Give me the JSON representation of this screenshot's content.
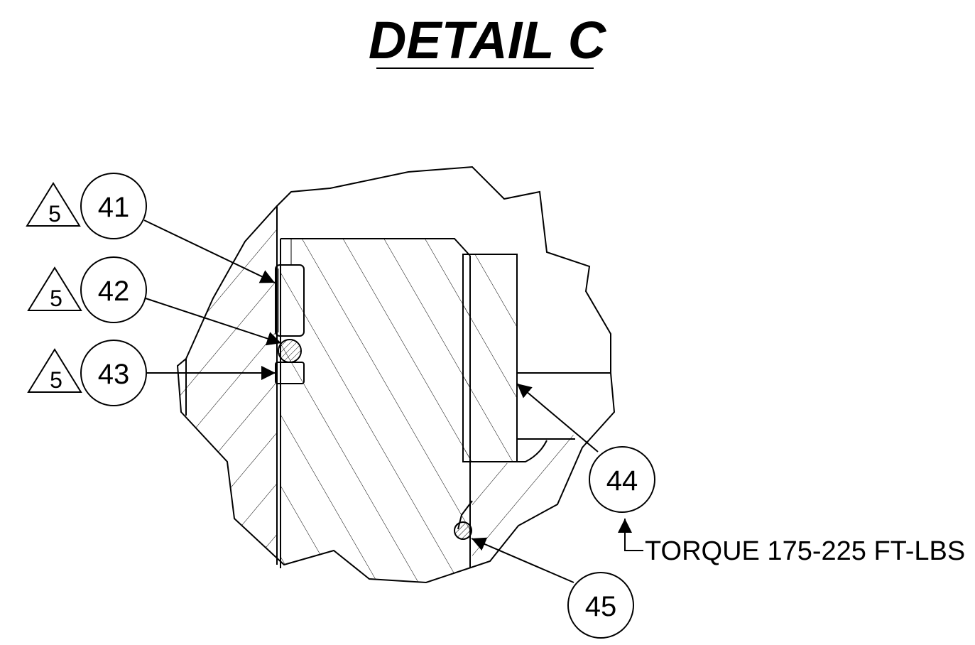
{
  "title": "DETAIL C",
  "balloons": [
    {
      "number": "41",
      "flag": "5"
    },
    {
      "number": "42",
      "flag": "5"
    },
    {
      "number": "43",
      "flag": "5"
    },
    {
      "number": "44"
    },
    {
      "number": "45"
    }
  ],
  "note": "TORQUE 175-225 FT-LBS",
  "colors": {
    "line": "#000000",
    "background": "#ffffff"
  }
}
